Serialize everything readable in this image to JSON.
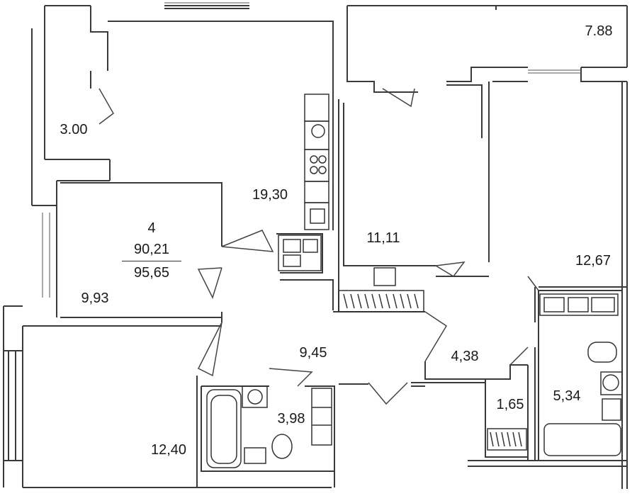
{
  "apartment": {
    "rooms_count": "4",
    "living_area": "90,21",
    "total_area": "95,65"
  },
  "rooms": [
    {
      "id": "balcony-top-left",
      "area": "3.00"
    },
    {
      "id": "balcony-top-right",
      "area": "7.88"
    },
    {
      "id": "kitchen-living",
      "area": "19,30"
    },
    {
      "id": "bedroom-center",
      "area": "11,11"
    },
    {
      "id": "bedroom-right",
      "area": "12,67"
    },
    {
      "id": "bedroom-left",
      "area": "9,93"
    },
    {
      "id": "hallway",
      "area": "9,45"
    },
    {
      "id": "corridor",
      "area": "4,38"
    },
    {
      "id": "wc",
      "area": "1,65"
    },
    {
      "id": "bathroom-right",
      "area": "5,34"
    },
    {
      "id": "bathroom-left",
      "area": "3,98"
    },
    {
      "id": "bedroom-bottom-left",
      "area": "12,40"
    }
  ]
}
